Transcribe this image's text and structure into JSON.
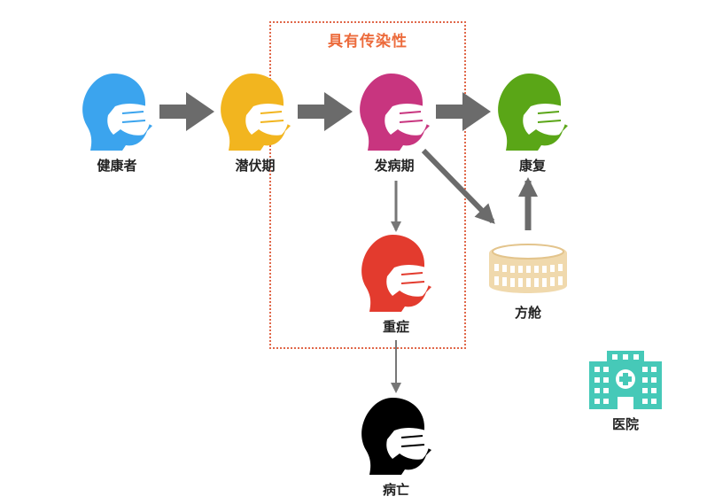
{
  "zone": {
    "label": "具有传染性"
  },
  "nodes": {
    "healthy": {
      "label": "健康者",
      "color": "#3ba4ee",
      "icon": "masked-head-icon"
    },
    "incubation": {
      "label": "潜伏期",
      "color": "#f2b51f",
      "icon": "masked-head-icon"
    },
    "onset": {
      "label": "发病期",
      "color": "#c8357f",
      "icon": "masked-head-icon"
    },
    "recovered": {
      "label": "康复",
      "color": "#5aa617",
      "icon": "masked-head-icon"
    },
    "severe": {
      "label": "重症",
      "color": "#e33b2e",
      "icon": "masked-head-icon"
    },
    "deceased": {
      "label": "病亡",
      "color": "#000000",
      "icon": "masked-head-icon"
    },
    "fangcang": {
      "label": "方舱",
      "color": "#f0d9ad",
      "icon": "stadium-icon"
    },
    "hospital": {
      "label": "医院",
      "color": "#46c9b8",
      "icon": "hospital-icon"
    }
  },
  "colors": {
    "thick_arrow": "#6b6b6b",
    "thin_arrow": "#777777",
    "zone_border": "#e0684a"
  }
}
